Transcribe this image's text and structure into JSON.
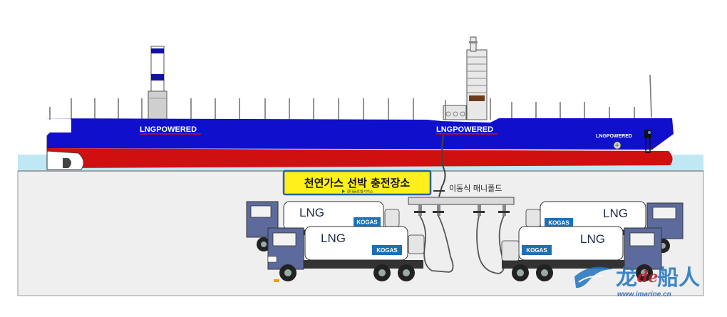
{
  "ship": {
    "stern_label": "LNGPOWERED",
    "mid_label": "LNGPOWERED",
    "bow_label": "LNGPOWERED",
    "hull_upper_color": "#1010cc",
    "hull_lower_color": "#d01010"
  },
  "station": {
    "banner_title": "천연가스 선박 충전장소",
    "banner_subtitle": "현대글로벌서비스",
    "manifold_label": "이동식 매니폴드"
  },
  "trucks": [
    {
      "tank_label": "LNG",
      "badge": "KOGAS"
    },
    {
      "tank_label": "LNG",
      "badge": "KOGAS"
    },
    {
      "tank_label": "LNG",
      "badge": "KOGAS"
    },
    {
      "tank_label": "LNG",
      "badge": "KOGAS"
    }
  ],
  "watermark": {
    "brand_main": "龙",
    "brand_accent": "de",
    "brand_tail": "船人",
    "url": "www.imarine.cn"
  }
}
